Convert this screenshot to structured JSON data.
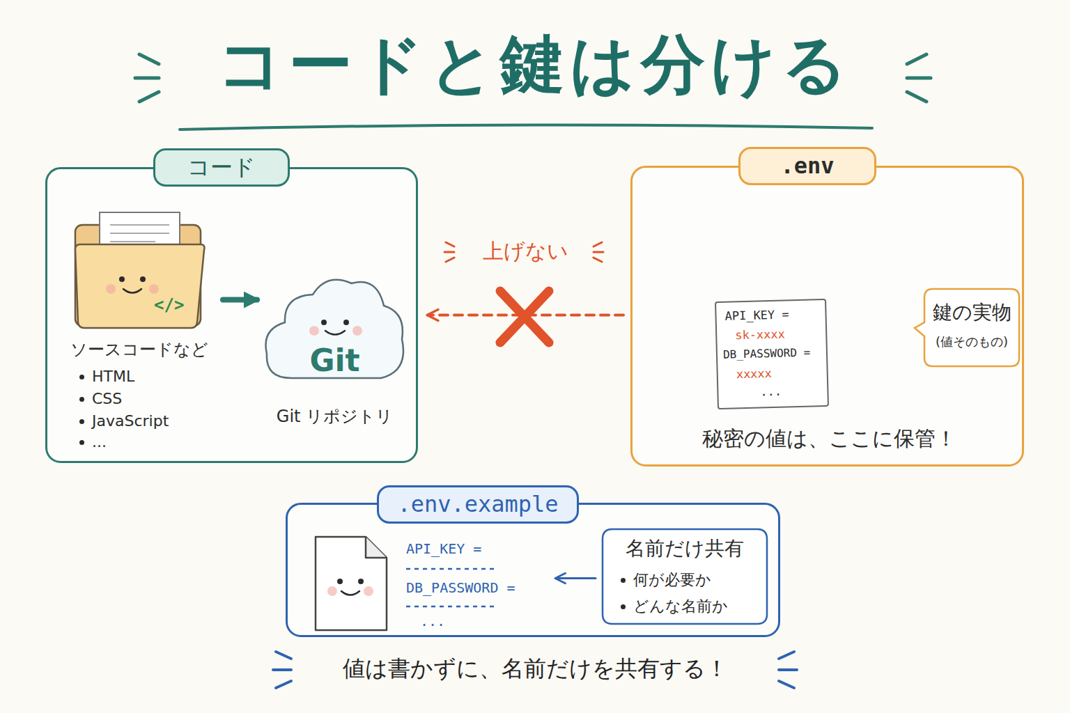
{
  "diagram": {
    "title": "コードと鍵は分ける",
    "caption": "値は書かずに、名前だけを共有する！",
    "nodes": [
      {
        "text": [
          "コード"
        ]
      },
      {
        "text": [
          "</>",
          "ソースコードなど"
        ],
        "in": 0
      },
      {
        "text": [
          "Git",
          "Git リポジトリ"
        ],
        "in": 0
      },
      {
        "text": [
          ".env",
          "秘密の値は、ここに保管！"
        ]
      },
      {
        "text": [
          "API_KEY =",
          "sk-xxxx",
          "DB_PASSWORD =",
          "xxxxx",
          "..."
        ],
        "in": 3
      },
      {
        "text": [
          "鍵の実物",
          "(値そのもの)"
        ],
        "in": 3
      },
      {
        "text": [
          ".env.example"
        ]
      },
      {
        "text": [
          "API_KEY =",
          "DB_PASSWORD =",
          "..."
        ],
        "in": 6
      },
      {
        "text": [
          "名前だけ共有",
          "何が必要か",
          "どんな名前か"
        ],
        "in": 6
      }
    ],
    "edges": [
      {
        "from": 1,
        "to": 2,
        "arrow": "to"
      },
      {
        "from": 3,
        "to": 0,
        "arrow": "to",
        "label": "上げない"
      },
      {
        "from": 8,
        "to": 7,
        "arrow": "to"
      }
    ],
    "labels": [
      "HTML",
      "CSS",
      "JavaScript",
      "..."
    ]
  }
}
